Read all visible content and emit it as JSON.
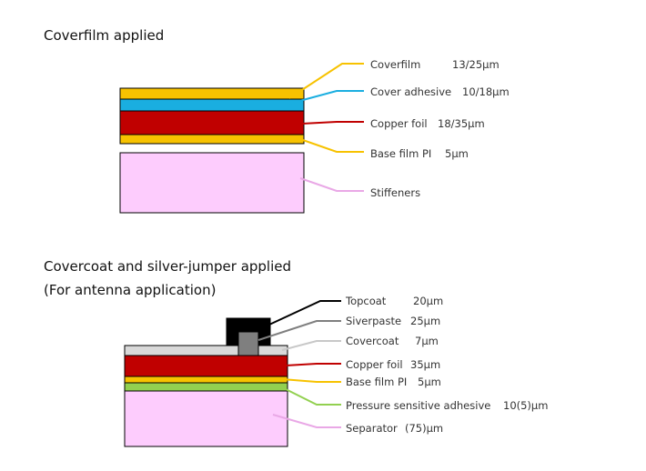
{
  "section1": {
    "title": "Coverfilm applied",
    "layers": {
      "coverfilm": {
        "label": "Coverfilm",
        "spec": "13/25μm",
        "color": "#F7C200"
      },
      "cover_adhesive": {
        "label": "Cover adhesive",
        "spec": "10/18μm",
        "color": "#1AAEE0"
      },
      "copper_foil": {
        "label": "Copper foil",
        "spec": "18/35μm",
        "color": "#C00000"
      },
      "base_film": {
        "label": "Base film PI",
        "spec": "5μm",
        "color": "#F7C200"
      },
      "stiffeners": {
        "label": "Stiffeners",
        "spec": "",
        "color": "#FDCCFD"
      }
    }
  },
  "section2": {
    "title": "Covercoat and silver-jumper applied",
    "subtitle": "(For antenna application)",
    "layers": {
      "topcoat": {
        "label": "Topcoat",
        "spec": "20μm",
        "color": "#000000"
      },
      "silverpaste": {
        "label": "Siverpaste",
        "spec": "25μm",
        "color": "#7F7F7F"
      },
      "covercoat": {
        "label": "Covercoat",
        "spec": "7μm",
        "color": "#D9D9D9"
      },
      "copper_foil": {
        "label": "Copper foil",
        "spec": "35μm",
        "color": "#C00000"
      },
      "base_film": {
        "label": "Base film PI",
        "spec": "5μm",
        "color": "#F7C200"
      },
      "psa": {
        "label": "Pressure sensitive adhesive",
        "spec": "10(5)μm",
        "color": "#92D050"
      },
      "separator": {
        "label": "Separator",
        "spec": "(75)μm",
        "color": "#FDCCFD"
      }
    }
  }
}
